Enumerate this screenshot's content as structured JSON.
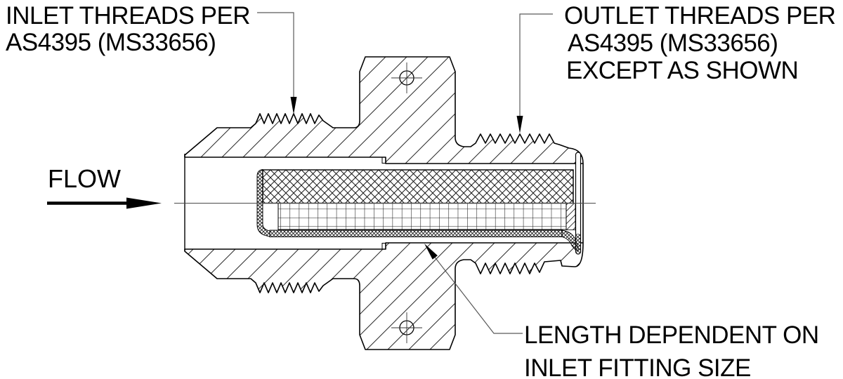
{
  "drawing": {
    "type": "engineering-section-drawing",
    "subject": "inline filter fitting cross-section",
    "labels": {
      "inlet": {
        "line1": "INLET THREADS PER",
        "line2": "AS4395 (MS33656)"
      },
      "outlet": {
        "line1": "OUTLET THREADS PER",
        "line2": "AS4395 (MS33656)",
        "line3": "EXCEPT AS SHOWN"
      },
      "length": {
        "line1": "LENGTH DEPENDENT ON",
        "line2": "INLET FITTING SIZE"
      },
      "flow": "FLOW"
    },
    "colors": {
      "ink": "#000000",
      "paper": "#ffffff",
      "leader": "#5a5a5a",
      "centerline": "#4a4a4a"
    }
  }
}
